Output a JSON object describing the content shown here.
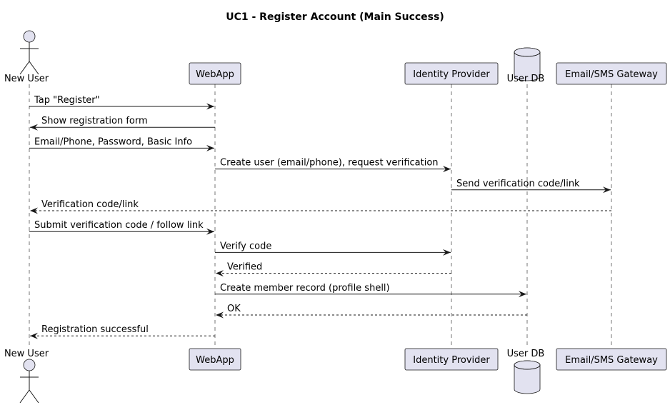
{
  "title": "UC1 - Register Account (Main Success)",
  "colors": {
    "participant_fill": "#e2e2f0",
    "stroke": "#181818",
    "background": "#ffffff"
  },
  "participants": [
    {
      "id": "user",
      "label": "New User",
      "shape": "actor",
      "icon": "actor-stick-figure-icon"
    },
    {
      "id": "web",
      "label": "WebApp",
      "shape": "participant"
    },
    {
      "id": "idp",
      "label": "Identity Provider",
      "shape": "participant"
    },
    {
      "id": "db",
      "label": "User DB",
      "shape": "database",
      "icon": "database-cylinder-icon"
    },
    {
      "id": "gw",
      "label": "Email/SMS Gateway",
      "shape": "participant"
    }
  ],
  "messages": [
    {
      "from": "user",
      "to": "web",
      "text": "Tap \"Register\"",
      "style": "solid"
    },
    {
      "from": "web",
      "to": "user",
      "text": "Show registration form",
      "style": "solid"
    },
    {
      "from": "user",
      "to": "web",
      "text": "Email/Phone, Password, Basic Info",
      "style": "solid"
    },
    {
      "from": "web",
      "to": "idp",
      "text": "Create user (email/phone), request verification",
      "style": "solid"
    },
    {
      "from": "idp",
      "to": "gw",
      "text": "Send verification code/link",
      "style": "solid"
    },
    {
      "from": "gw",
      "to": "user",
      "text": "Verification code/link",
      "style": "dashed"
    },
    {
      "from": "user",
      "to": "web",
      "text": "Submit verification code / follow link",
      "style": "solid"
    },
    {
      "from": "web",
      "to": "idp",
      "text": "Verify code",
      "style": "solid"
    },
    {
      "from": "idp",
      "to": "web",
      "text": "Verified",
      "style": "dashed"
    },
    {
      "from": "web",
      "to": "db",
      "text": "Create member record (profile shell)",
      "style": "solid"
    },
    {
      "from": "db",
      "to": "web",
      "text": "OK",
      "style": "dashed"
    },
    {
      "from": "web",
      "to": "user",
      "text": "Registration successful",
      "style": "dashed"
    }
  ]
}
